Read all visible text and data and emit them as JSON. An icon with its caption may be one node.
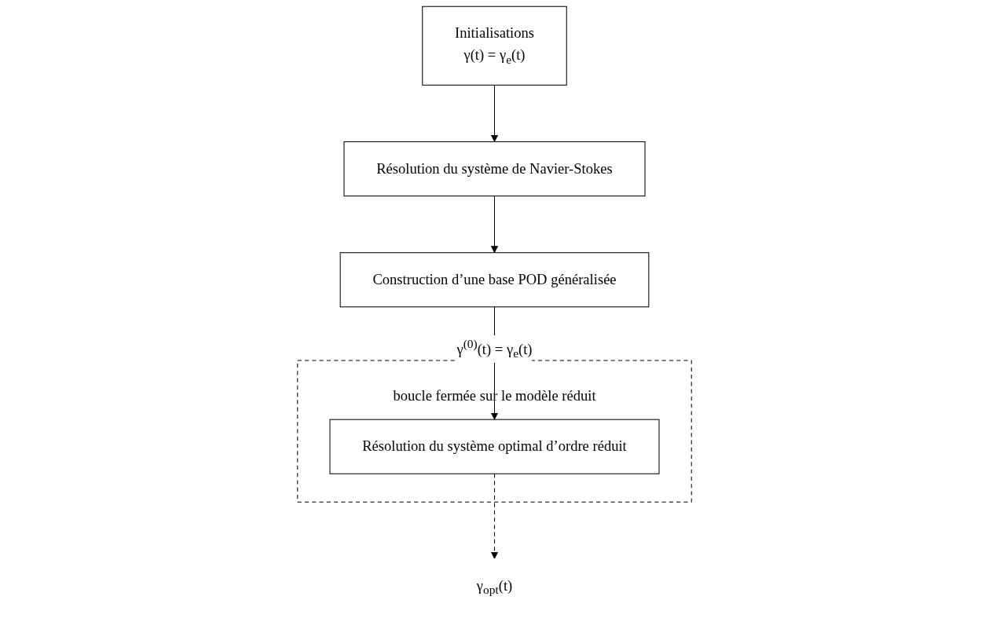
{
  "diagram": {
    "nodes": [
      {
        "text": [
          "Initialisations",
          "γ(t) = γ$_{e}$(t)"
        ]
      },
      {
        "text": [
          "Résolution du système de Navier-Stokes"
        ]
      },
      {
        "text": [
          "Construction d’une base POD généralisée"
        ]
      },
      {
        "text": [
          "boucle fermée sur le modèle réduit"
        ]
      },
      {
        "text": [
          "Résolution du système optimal d’ordre réduit"
        ],
        "in": 3
      },
      {
        "text": [
          "γ$_{opt}$(t)"
        ]
      }
    ],
    "edges": [
      {
        "from": 0,
        "to": 1,
        "arrow": "to"
      },
      {
        "from": 1,
        "to": 2,
        "arrow": "to"
      },
      {
        "from": 2,
        "to": 4,
        "arrow": "to",
        "label": "γ$^{(0)}$(t) = γ$_{e}$(t)"
      },
      {
        "from": 4,
        "to": 5,
        "arrow": "to",
        "style": "dashed"
      }
    ]
  }
}
